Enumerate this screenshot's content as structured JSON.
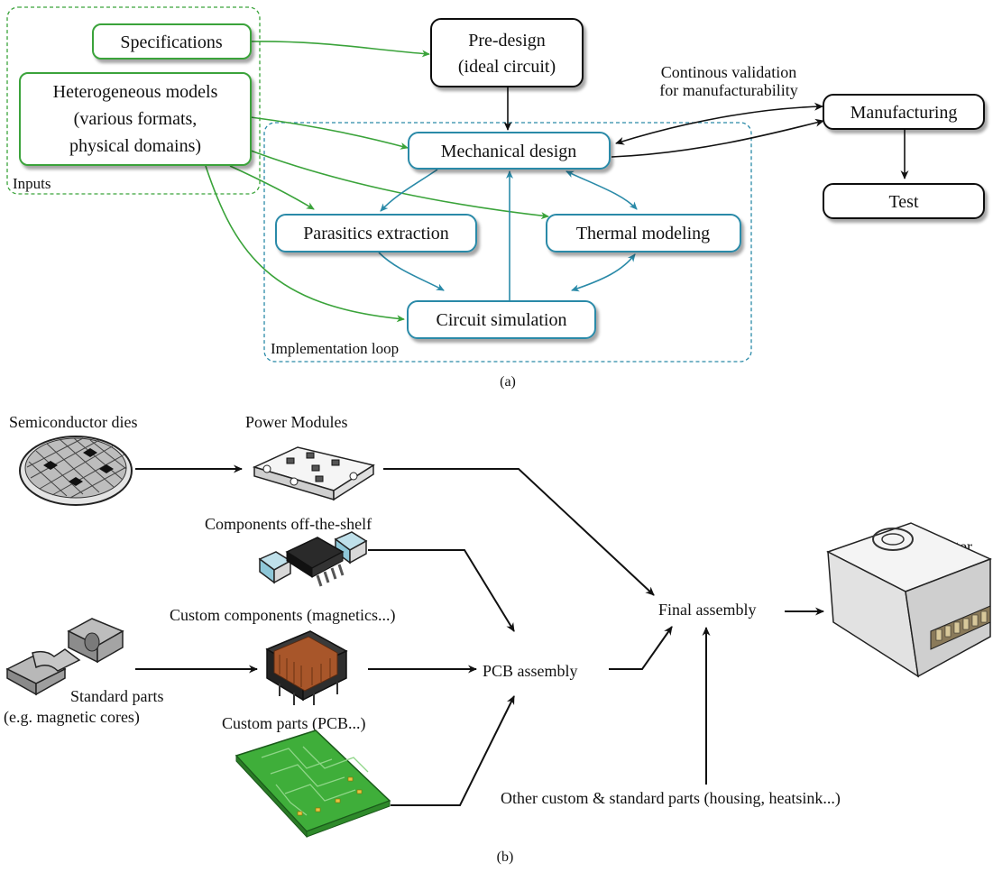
{
  "part_a": {
    "caption": "(a)",
    "inputs_label": "Inputs",
    "loop_label": "Implementation loop",
    "specifications": "Specifications",
    "hetero_line1": "Heterogeneous models",
    "hetero_line2": "(various formats,",
    "hetero_line3": "physical domains)",
    "predesign_line1": "Pre-design",
    "predesign_line2": "(ideal circuit)",
    "mechanical": "Mechanical design",
    "parasitics": "Parasitics extraction",
    "thermal": "Thermal modeling",
    "circuit": "Circuit simulation",
    "validation_line1": "Continous validation",
    "validation_line2": "for manufacturability",
    "manufacturing": "Manufacturing",
    "test": "Test"
  },
  "part_b": {
    "caption": "(b)",
    "semiconductor": "Semiconductor dies",
    "power_modules": "Power Modules",
    "components_ots": "Components off-the-shelf",
    "custom_components": "Custom components (magnetics...)",
    "standard_line1": "Standard parts",
    "standard_line2": "(e.g. magnetic cores)",
    "custom_parts": "Custom parts (PCB...)",
    "pcb_assembly": "PCB assembly",
    "final_assembly": "Final assembly",
    "converter": "Converter",
    "other_parts": "Other custom & standard parts (housing, heatsink...)"
  },
  "colors": {
    "green": "#3aa33a",
    "blue": "#2a8aa8",
    "black": "#111111",
    "pcb_green": "#3fae3a",
    "chip_blue": "#bfe0ea"
  }
}
